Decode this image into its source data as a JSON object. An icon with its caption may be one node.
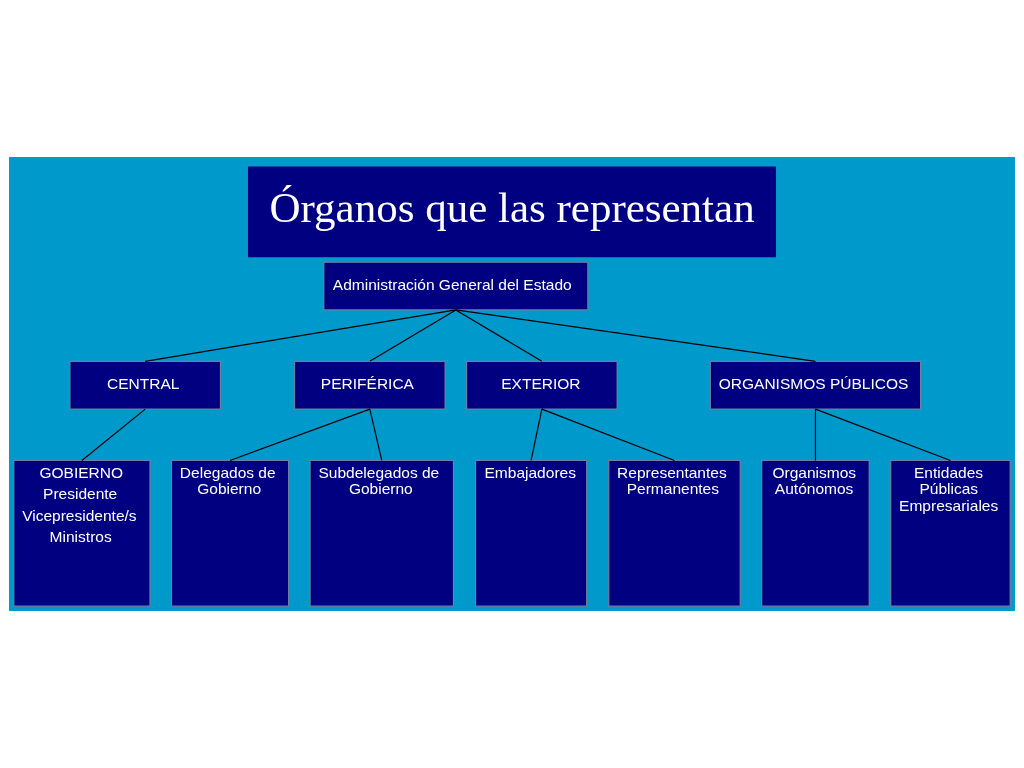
{
  "diagram": {
    "title": "Órganos que las representan",
    "nodes": [
      {
        "text": [
          "Administración General del Estado"
        ]
      },
      {
        "text": [
          "CENTRAL"
        ]
      },
      {
        "text": [
          "PERIFÉRICA"
        ]
      },
      {
        "text": [
          "EXTERIOR"
        ]
      },
      {
        "text": [
          "ORGANISMOS PÚBLICOS"
        ]
      },
      {
        "text": [
          "GOBIERNO",
          "Presidente",
          "Vicepresidente/s",
          "Ministros"
        ]
      },
      {
        "text": [
          "Delegados de Gobierno"
        ]
      },
      {
        "text": [
          "Subdelegados de Gobierno"
        ]
      },
      {
        "text": [
          "Embajadores"
        ]
      },
      {
        "text": [
          "Representantes Permanentes"
        ]
      },
      {
        "text": [
          "Organismos Autónomos"
        ]
      },
      {
        "text": [
          "Entidades Públicas Empresariales"
        ]
      }
    ],
    "edges": [
      {
        "from": 0,
        "to": 1,
        "arrow": "none"
      },
      {
        "from": 0,
        "to": 2,
        "arrow": "none"
      },
      {
        "from": 0,
        "to": 3,
        "arrow": "none"
      },
      {
        "from": 0,
        "to": 4,
        "arrow": "none"
      },
      {
        "from": 1,
        "to": 5,
        "arrow": "none"
      },
      {
        "from": 2,
        "to": 6,
        "arrow": "none"
      },
      {
        "from": 2,
        "to": 7,
        "arrow": "none"
      },
      {
        "from": 3,
        "to": 8,
        "arrow": "none"
      },
      {
        "from": 3,
        "to": 9,
        "arrow": "none"
      },
      {
        "from": 4,
        "to": 10,
        "arrow": "none"
      },
      {
        "from": 4,
        "to": 11,
        "arrow": "none"
      }
    ]
  }
}
